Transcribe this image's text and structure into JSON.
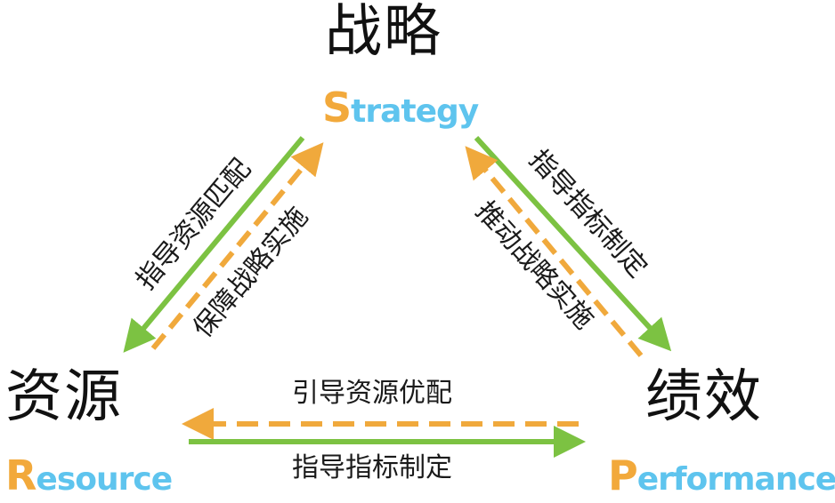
{
  "nodes": {
    "strategy": {
      "cn": "战略",
      "en_first": "S",
      "en_rest": "trategy"
    },
    "resource": {
      "cn": "资源",
      "en_first": "R",
      "en_rest": "esource"
    },
    "performance": {
      "cn": "绩效",
      "en_first": "P",
      "en_rest": "erformance"
    }
  },
  "edges": {
    "strategy_to_resource": "指导资源匹配",
    "resource_to_strategy": "保障战略实施",
    "strategy_to_performance": "指导指标制定",
    "performance_to_strategy": "推动战略实施",
    "performance_to_resource": "引导资源优配",
    "resource_to_performance": "指导指标制定"
  },
  "colors": {
    "solid_arrow": "#7cc242",
    "dashed_arrow": "#f0a93c",
    "letter_initial": "#f2a93b",
    "letter_rest": "#5ec4ee"
  }
}
